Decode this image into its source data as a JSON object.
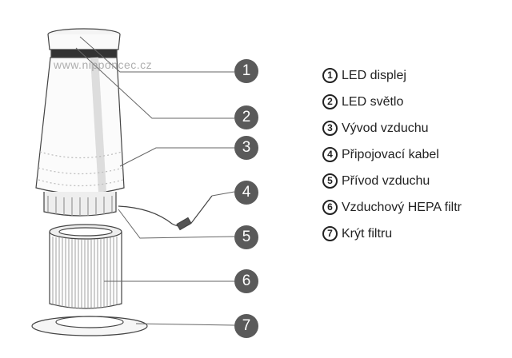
{
  "watermark": "www.nipponcec.cz",
  "callouts": [
    "1",
    "2",
    "3",
    "4",
    "5",
    "6",
    "7"
  ],
  "legend": [
    {
      "num": "1",
      "label": "LED displej"
    },
    {
      "num": "2",
      "label": "LED světlo"
    },
    {
      "num": "3",
      "label": "Vývod vzduchu"
    },
    {
      "num": "4",
      "label": "Připojovací kabel"
    },
    {
      "num": "5",
      "label": "Přívod vzduchu"
    },
    {
      "num": "6",
      "label": "Vzduchový HEPA filtr"
    },
    {
      "num": "7",
      "label": "Krýt filtru"
    }
  ]
}
